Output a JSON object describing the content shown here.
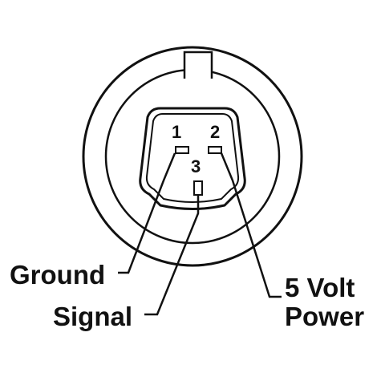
{
  "connector": {
    "pins": [
      {
        "number": "1"
      },
      {
        "number": "2"
      },
      {
        "number": "3"
      }
    ]
  },
  "labels": {
    "ground": "Ground",
    "signal": "Signal",
    "power_line1": "5 Volt",
    "power_line2": "Power"
  },
  "colors": {
    "stroke": "#111111",
    "background": "#ffffff"
  }
}
